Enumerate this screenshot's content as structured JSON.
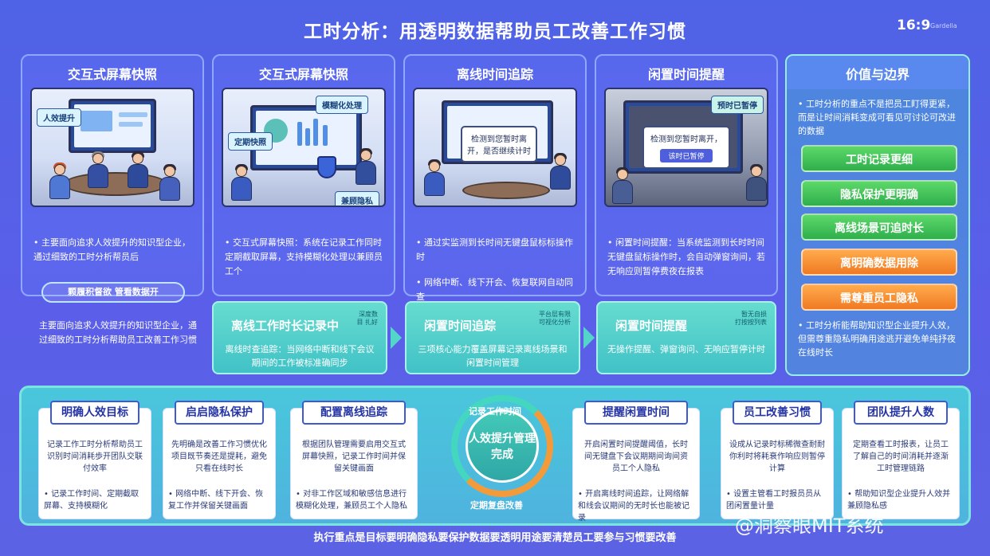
{
  "header": {
    "title": "工时分析：用透明数据帮助员工改善工作习惯",
    "ratio": "16:9",
    "ratio_sub": "Gardella"
  },
  "panels": [
    {
      "title": "交互式屏幕快照",
      "chip": "人效提升",
      "text1": "• 主要面向追求人效提升的知识型企业，通过细致的工时分析帮员后",
      "highlight": "颗履积督欲 管看数据开",
      "text2": "主要面向追求人效提升的知识型企业，通过细致的工时分析帮助员工改善工作习惯"
    },
    {
      "title": "交互式屏幕快照",
      "chip_a": "模糊化处理",
      "chip_b": "定期快照",
      "chip_c": "兼顾隐私",
      "text1": "• 交互式屏幕快照：系统在记录工作同时定期截取屏幕，支持模糊化处理以兼顾员工个"
    },
    {
      "title": "离线时间追踪",
      "dialog": "检测到您暂时离开，是否继续计时",
      "text1": "• 通过实监测到长时间无键盘鼠标标操作时",
      "text2": "• 网络中断、线下开会、恢复联网自动同查"
    },
    {
      "title": "闲置时间提醒",
      "chip": "预时已暂停",
      "dialog": "检测到您暂时离开，",
      "dialog_btn": "该时已暂停",
      "text1": "• 闲置时间提醒：当系统监测到长时时间无键盘鼠标操作时，会自动弹窗询间，若无响应则暂停费夜在报表"
    }
  ],
  "middle_cards": [
    {
      "title": "离线工作时长记录中",
      "tag": "深度数\n目 扎好",
      "desc": "离线时查追踪：当网络中断和线下会议期间的工作被标准确同步"
    },
    {
      "title": "闲置时间追踪",
      "tag": "平台层有限\n可视化分析",
      "desc": "三项核心能力覆盖屏幕记录离线场景和闲置时间管理"
    },
    {
      "title": "闲置时间提醒",
      "tag": "暂无自损\n打按按列表",
      "desc": "无操作提醒、弹窗询问、无响应暂停计时"
    }
  ],
  "value_panel": {
    "title": "价值与边界",
    "intro": "• 工时分析的重点不是把员工盯得更紧，而是让时间消耗变成可看见可讨论可改进的数据",
    "buttons": [
      {
        "label": "工时记录更细",
        "tone": "green"
      },
      {
        "label": "隐私保护更明确",
        "tone": "green"
      },
      {
        "label": "离线场景可追时长",
        "tone": "green"
      },
      {
        "label": "离明确数据用除",
        "tone": "orange"
      },
      {
        "label": "需尊重员工隐私",
        "tone": "orange"
      }
    ],
    "outro": "• 工时分析能帮助知识型企业提升人效，但需尊重隐私明确用途逃开避免单纯抒夜在线时长"
  },
  "steps": [
    {
      "title": "明确人效目标",
      "desc": "记录工作工时分析帮助员工识别时间消耗歩开团队交联付效率",
      "bullet": "• 记录工作时间、定期截取屏幕、支持模糊化"
    },
    {
      "title": "启启隐私保护",
      "desc": "先明确是改善工作习惯优化项目既节奏还是提耗，避免只看在线时长",
      "bullet": "• 网络中断、线下开会、恢复工作并保留关键画面"
    },
    {
      "title": "配置离线追踪",
      "desc": "根据团队管理需要启用交互式屏幕快照，记录工作时间并保留关键画面",
      "bullet": "• 对非工作区域和敏感信息进行模糊化处理，兼顾员工个人隐私"
    },
    {
      "title": "提醒闲置时间",
      "desc": "开启闲置时间提醒阈值，长时间无键盘下会议期期间询间资员工个人隐私",
      "bullet": "• 开启离线时间追踪，让网络解和线会议期间的无时长也能被记录"
    },
    {
      "title": "员工改善习惯",
      "desc": "设成从记录时标稀微查耐耐你利时将耗衰作响应则暂停计算",
      "bullet": "• 设置主管看工时报员员从团闲置量计量"
    },
    {
      "title": "团队提升人数",
      "desc": "定期查看工时报表，让员工了解自己的时间消耗并逐渐工时管理链路",
      "bullet": "• 帮助知识型企业提升人效并兼顾隐私感"
    }
  ],
  "cycle": {
    "core": "人效提升管理完成",
    "top_label": "记录工作时间",
    "bottom_label": "定期复盘改善"
  },
  "footer": "执行重点是目标要明确隐私要保护数据要透明用途要清楚员工要参与习惯要改善",
  "watermark": "@洞察眼MIT系统"
}
